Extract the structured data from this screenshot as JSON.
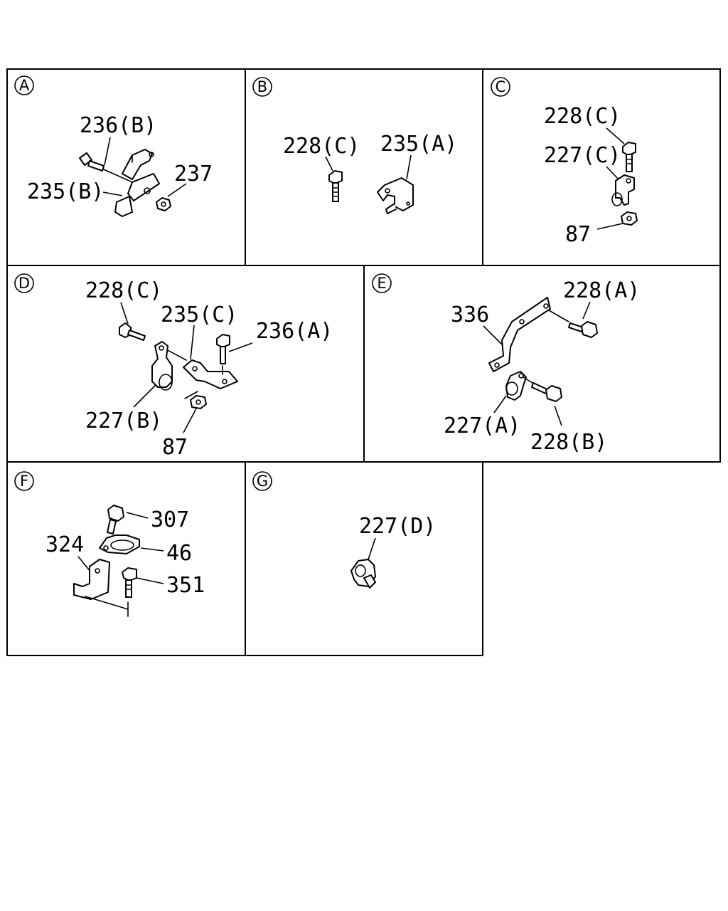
{
  "panels": [
    {
      "id": "A",
      "labels": [
        "236(B)",
        "235(B)",
        "237"
      ]
    },
    {
      "id": "B",
      "labels": [
        "228(C)",
        "235(A)"
      ]
    },
    {
      "id": "C",
      "labels": [
        "228(C)",
        "227(C)",
        "87"
      ]
    },
    {
      "id": "D",
      "labels": [
        "228(C)",
        "235(C)",
        "236(A)",
        "227(B)",
        "87"
      ]
    },
    {
      "id": "E",
      "labels": [
        "228(A)",
        "336",
        "227(A)",
        "228(B)"
      ]
    },
    {
      "id": "F",
      "labels": [
        "307",
        "324",
        "46",
        "351"
      ]
    },
    {
      "id": "G",
      "labels": [
        "227(D)"
      ]
    }
  ]
}
